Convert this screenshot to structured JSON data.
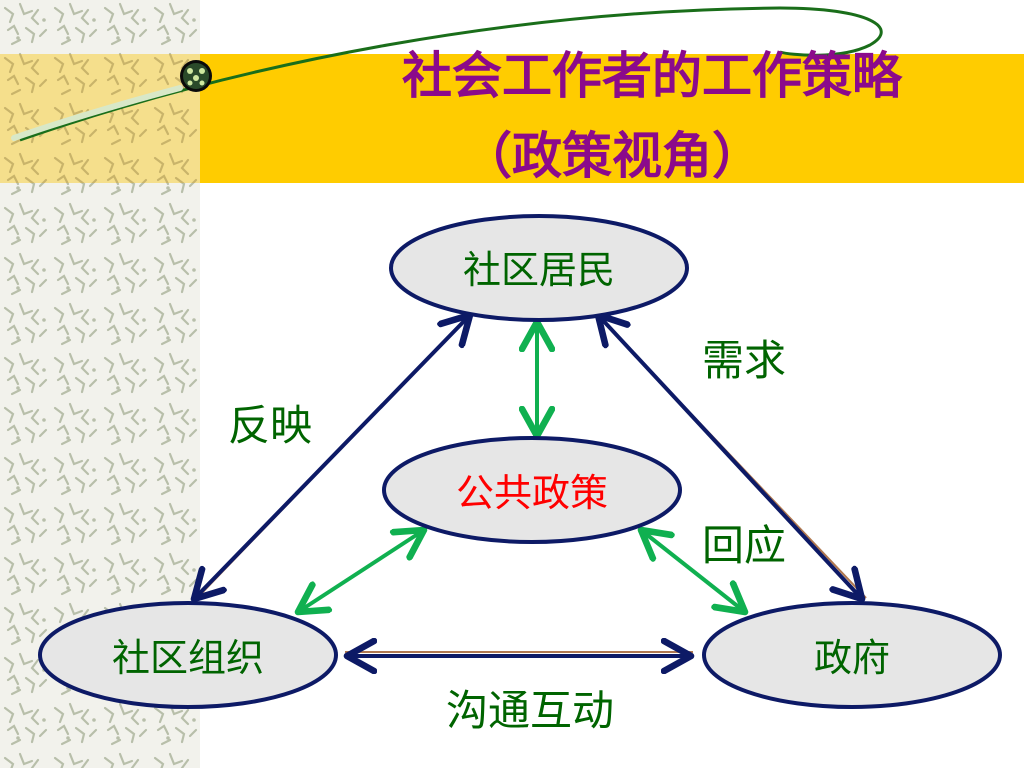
{
  "slide": {
    "title_line1": "社会工作者的工作策略",
    "title_line2": "（政策视角）"
  },
  "diagram": {
    "nodes": {
      "residents": "社区居民",
      "policy": "公共政策",
      "organization": "社区组织",
      "government": "政府"
    },
    "edge_labels": {
      "reflect": "反映",
      "demand": "需求",
      "respond": "回应",
      "communicate": "沟通互动"
    }
  },
  "colors": {
    "title": "#8b0a8b",
    "band": "#ffcc00",
    "node_fill": "#e6e6e6",
    "node_border": "#0d1a66",
    "node_text": "#006400",
    "policy_text": "#ff0000",
    "edge_navy": "#0d1a66",
    "edge_green": "#10b050",
    "edge_label": "#006400"
  }
}
